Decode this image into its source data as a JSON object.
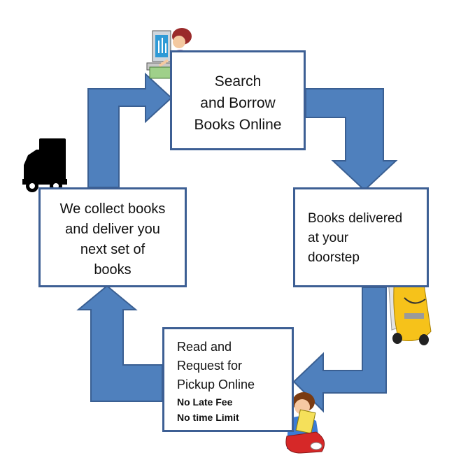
{
  "steps": {
    "search": {
      "line1": "Search",
      "line2": "and Borrow",
      "line3": "Books Online"
    },
    "delivered": {
      "line1": "Books delivered",
      "line2": "at your",
      "line3": "doorstep"
    },
    "read": {
      "line1": "Read and",
      "line2": "Request for",
      "line3": "Pickup Online",
      "note1": "No Late Fee",
      "note2": "No time Limit"
    },
    "collect": {
      "line1": "We collect books",
      "line2": "and deliver you",
      "line3": "next set of",
      "line4": "books"
    }
  },
  "colors": {
    "arrow_fill": "#4f80bd",
    "arrow_stroke": "#3a5f92",
    "box_border": "#3d5f94"
  },
  "icons": [
    "person-at-computer-icon",
    "delivery-truck-icon",
    "cartoon-van-icon",
    "reading-child-icon"
  ]
}
